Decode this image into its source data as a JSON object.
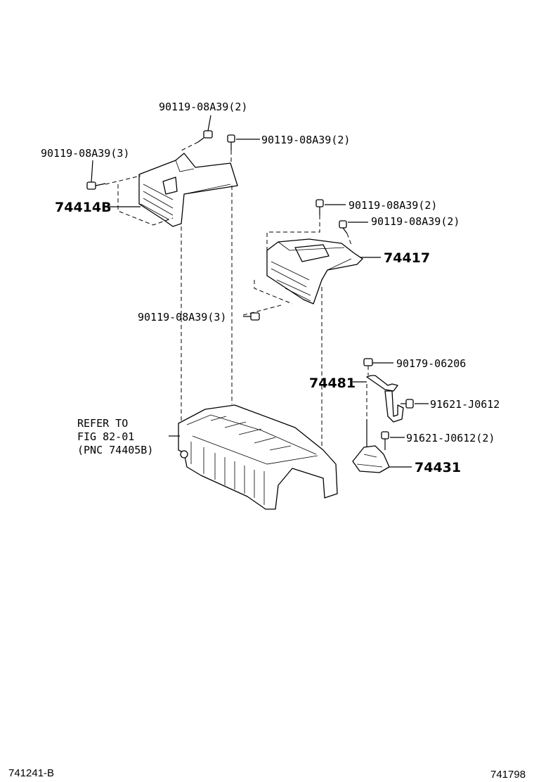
{
  "callouts": {
    "bolt_top_center": "90119-08A39(2)",
    "bolt_top_right": "90119-08A39(2)",
    "bolt_left": "90119-08A39(3)",
    "part_74414b": "74414B",
    "bolt_mid_upper": "90119-08A39(2)",
    "bolt_mid_lower": "90119-08A39(2)",
    "part_74417": "74417",
    "bolt_mid_left": "90119-08A39(3)",
    "nut_90179": "90179-06206",
    "part_74481": "74481",
    "bolt_91621_single": "91621-J0612",
    "bolt_91621_double": "91621-J0612(2)",
    "part_74431": "74431"
  },
  "refer": {
    "line1": "REFER TO",
    "line2": "FIG 82-01",
    "line3": "(PNC 74405B)"
  },
  "footer": {
    "left_code": "741241-B",
    "right_code": "741798"
  }
}
